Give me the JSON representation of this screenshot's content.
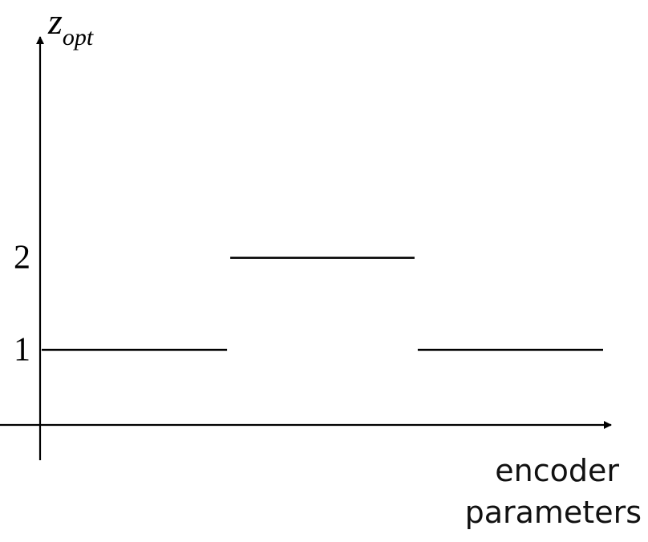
{
  "chart_data": {
    "type": "line",
    "ylabel": {
      "main": "z",
      "sub": "opt"
    },
    "xlabel": {
      "line1": "encoder",
      "line2": "parameters"
    },
    "y_ticks": [
      {
        "value": 1,
        "label": "1"
      },
      {
        "value": 2,
        "label": "2"
      }
    ],
    "segments": [
      {
        "x_start": 0.0,
        "x_end": 0.333,
        "y": 1
      },
      {
        "x_start": 0.333,
        "x_end": 0.667,
        "y": 2
      },
      {
        "x_start": 0.667,
        "x_end": 1.0,
        "y": 1
      }
    ],
    "ylim": [
      -0.6,
      4.4
    ],
    "xlim": [
      0,
      1
    ],
    "grid": false,
    "colors": {
      "axis": "#000000",
      "line": "#000000",
      "text": "#111111"
    }
  }
}
